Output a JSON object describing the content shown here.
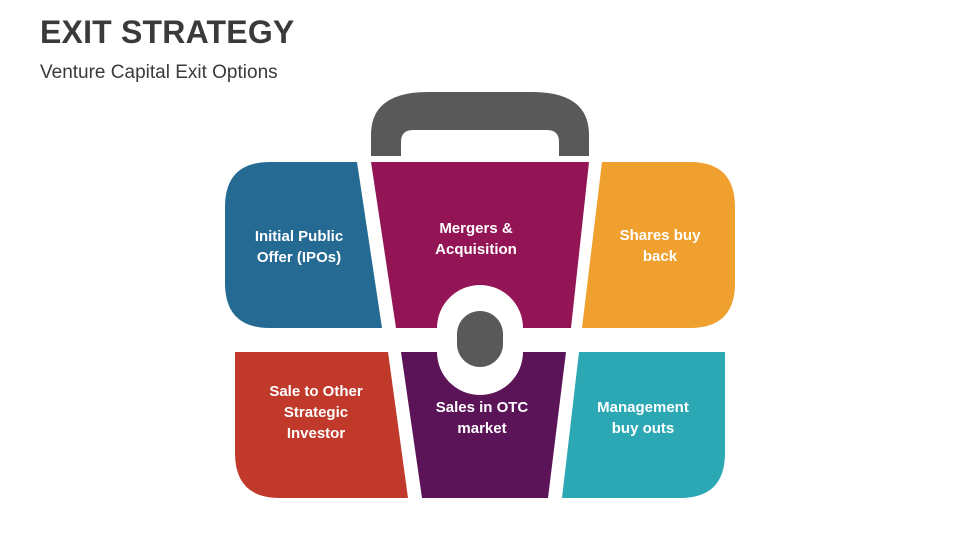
{
  "header": {
    "title": "EXIT STRATEGY",
    "subtitle": "Venture Capital Exit Options"
  },
  "colors": {
    "handle": "#595959",
    "ipo": "#256A93",
    "mergers": "#941556",
    "buyback": "#F0A02E",
    "strategic": "#C0392B",
    "otc": "#5B1458",
    "mbo": "#2CA8B5"
  },
  "segments": [
    {
      "id": "ipo",
      "label_line1": "Initial Public",
      "label_line2": "Offer (IPOs)"
    },
    {
      "id": "mergers",
      "label_line1": "Mergers &",
      "label_line2": "Acquisition"
    },
    {
      "id": "buyback",
      "label_line1": "Shares buy",
      "label_line2": "back"
    },
    {
      "id": "strategic",
      "label_line1": "Sale to Other",
      "label_line2": "Strategic",
      "label_line3": "Investor"
    },
    {
      "id": "otc",
      "label_line1": "Sales in OTC",
      "label_line2": "market"
    },
    {
      "id": "mbo",
      "label_line1": "Management",
      "label_line2": "buy outs"
    }
  ]
}
